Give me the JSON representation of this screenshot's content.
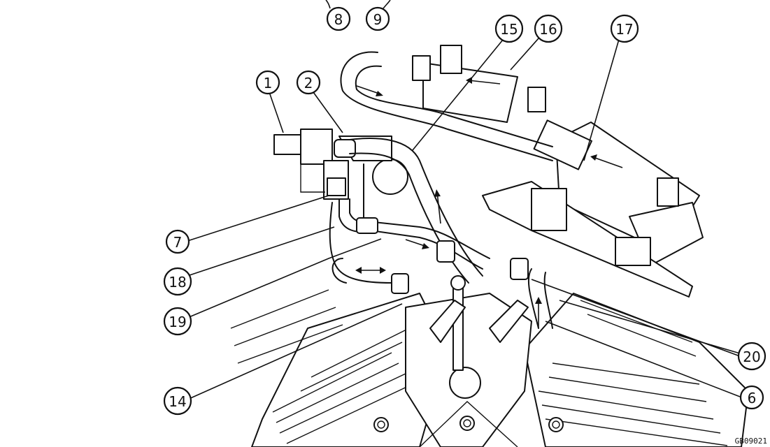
{
  "figure_code": "GB09021",
  "callouts": [
    "8",
    "9",
    "15",
    "16",
    "17",
    "1",
    "2",
    "7",
    "18",
    "19",
    "14",
    "20",
    "6"
  ],
  "colors": {
    "line": "#111111",
    "paper": "#ffffff"
  }
}
